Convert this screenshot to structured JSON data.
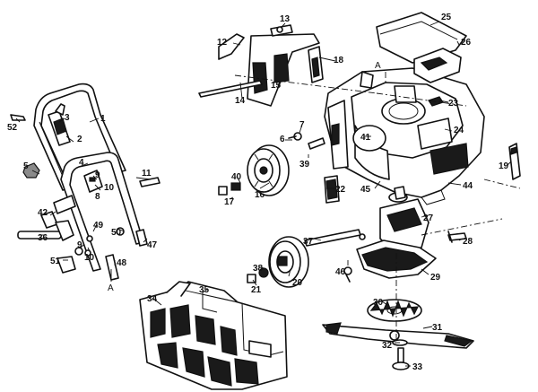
{
  "part_numbers": [
    "1",
    "2",
    "3",
    "4",
    "5",
    "6",
    "7",
    "8",
    "9",
    "9",
    "10",
    "10",
    "11",
    "12",
    "13",
    "14",
    "15",
    "16",
    "17",
    "18",
    "19",
    "20",
    "21",
    "22",
    "23",
    "24",
    "25",
    "26",
    "27",
    "28",
    "29",
    "30",
    "31",
    "32",
    "33",
    "34",
    "35",
    "36",
    "37",
    "38",
    "39",
    "40",
    "41",
    "42",
    "44",
    "45",
    "46",
    "47",
    "48",
    "49",
    "50",
    "51",
    "52"
  ],
  "reference_marks": {
    "a_top": "A",
    "a_bottom": "A"
  }
}
